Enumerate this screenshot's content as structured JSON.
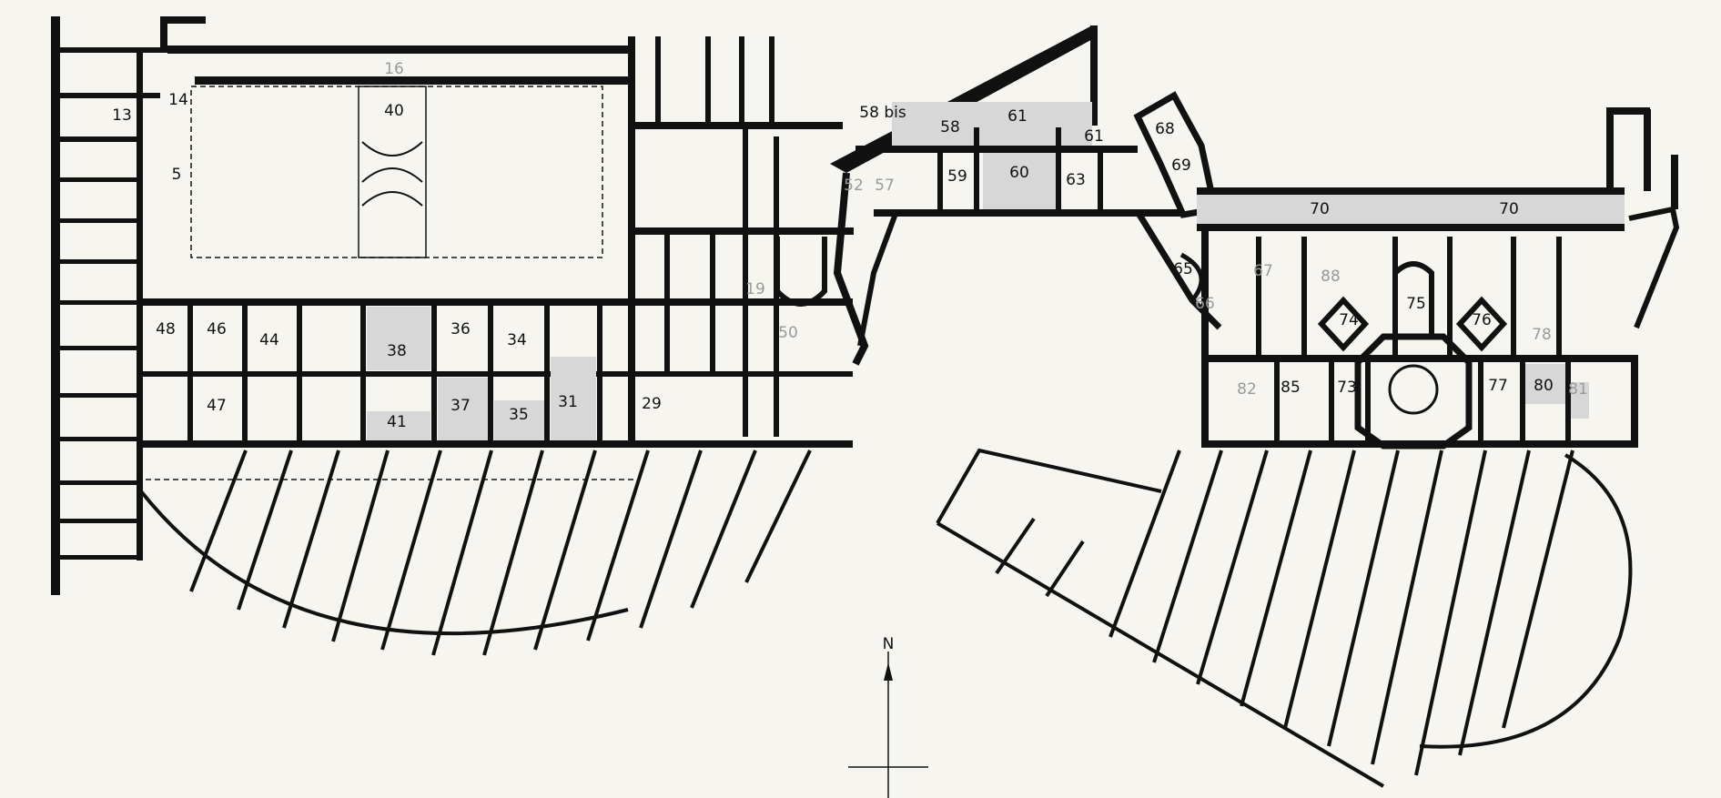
{
  "palette": {
    "ink": "#111111",
    "paper": "#f6f5f0",
    "shade": "#d7d7d7",
    "faint": "#9a9a9a"
  },
  "labels": {
    "l13": "13",
    "l14": "14",
    "l5": "5",
    "l40": "40",
    "l16": "16",
    "l48": "48",
    "l46": "46",
    "l44": "44",
    "l47": "47",
    "l38": "38",
    "l41": "41",
    "l36": "36",
    "l34": "34",
    "l37": "37",
    "l35": "35",
    "l31": "31",
    "l29": "29",
    "l58bis": "58 bis",
    "l58": "58",
    "l61a": "61",
    "l61b": "61",
    "l59": "59",
    "l60": "60",
    "l63": "63",
    "l68": "68",
    "l69": "69",
    "l70a": "70",
    "l70b": "70",
    "l65": "65",
    "l74": "74",
    "l75": "75",
    "l76": "76",
    "l85": "85",
    "l73": "73",
    "l77": "77",
    "l80": "80",
    "l19": "19",
    "l50": "50",
    "l52": "52",
    "l57": "57",
    "l66": "66",
    "l67": "67",
    "l88": "88",
    "l78": "78",
    "l82": "82",
    "l81": "81"
  },
  "compass": {
    "north": "N"
  }
}
